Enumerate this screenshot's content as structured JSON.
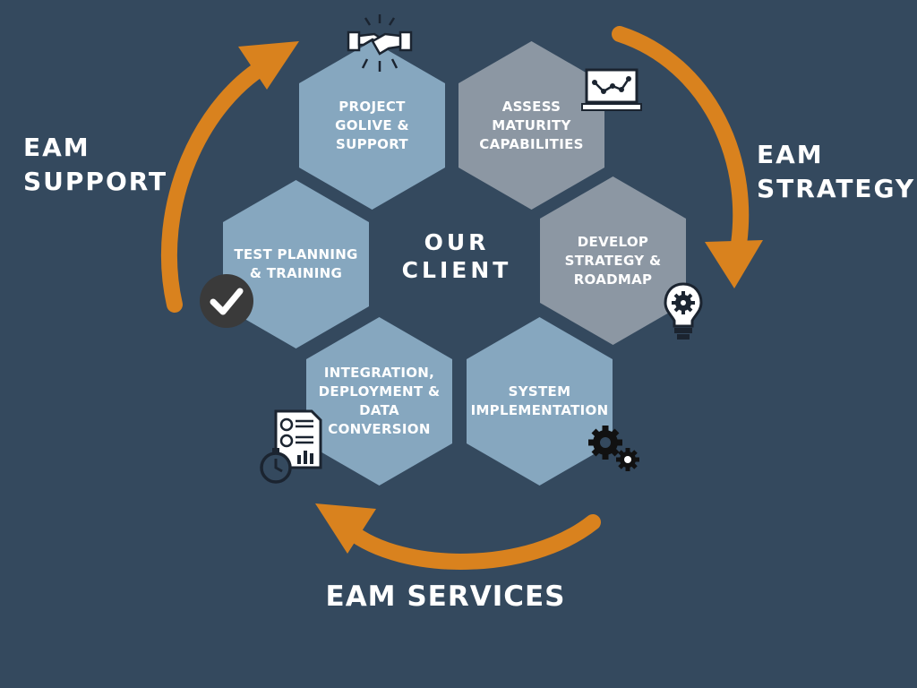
{
  "diagram": {
    "center_label": "OUR\nCLIENT",
    "cycle_labels": {
      "support": "EAM\nSUPPORT",
      "strategy": "EAM\nSTRATEGY",
      "services": "EAM SERVICES"
    },
    "hexagons": [
      {
        "id": "project-golive",
        "label": "PROJECT\nGOLIVE &\nSUPPORT",
        "color": "blue"
      },
      {
        "id": "assess-maturity",
        "label": "ASSESS\nMATURITY\nCAPABILITIES",
        "color": "gray"
      },
      {
        "id": "test-planning",
        "label": "TEST PLANNING\n& TRAINING",
        "color": "blue"
      },
      {
        "id": "develop-strategy",
        "label": "DEVELOP\nSTRATEGY &\nROADMAP",
        "color": "gray"
      },
      {
        "id": "integration",
        "label": "INTEGRATION,\nDEPLOYMENT &\nDATA\nCONVERSION",
        "color": "blue"
      },
      {
        "id": "system-implementation",
        "label": "SYSTEM\nIMPLEMENTATION",
        "color": "blue"
      }
    ],
    "icons": [
      "handshake-icon",
      "monitor-chart-icon",
      "checkmark-icon",
      "lightbulb-gear-icon",
      "report-stopwatch-icon",
      "gears-icon"
    ],
    "colors": {
      "background": "#34495e",
      "hex_blue": "#86a7bf",
      "hex_gray": "#8c97a3",
      "arrow": "#d9821e",
      "text": "#ffffff"
    }
  }
}
